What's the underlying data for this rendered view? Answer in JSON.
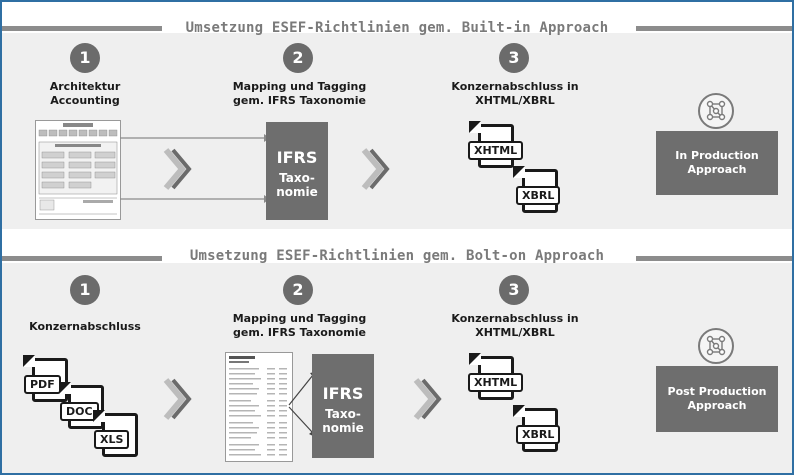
{
  "sections": [
    {
      "title": "Umsetzung ESEF-Richtlinien gem. Built-in Approach",
      "steps": [
        {
          "number": "1",
          "label": "Architektur\nAccounting"
        },
        {
          "number": "2",
          "label": "Mapping und Tagging\ngem. IFRS Taxonomie"
        },
        {
          "number": "3",
          "label": "Konzernabschluss in\nXHTML/XBRL"
        }
      ],
      "ifrs_box": {
        "title": "IFRS",
        "subtitle": "Taxo-\nnomie"
      },
      "files": [
        "XHTML",
        "XBRL"
      ],
      "approach": "In Production\nApproach"
    },
    {
      "title": "Umsetzung ESEF-Richtlinien gem. Bolt-on Approach",
      "steps": [
        {
          "number": "1",
          "label": "Konzernabschluss"
        },
        {
          "number": "2",
          "label": "Mapping und Tagging\ngem. IFRS Taxonomie"
        },
        {
          "number": "3",
          "label": "Konzernabschluss in\nXHTML/XBRL"
        }
      ],
      "ifrs_box": {
        "title": "IFRS",
        "subtitle": "Taxo-\nnomie"
      },
      "input_files": [
        "PDF",
        "DOC",
        "XLS"
      ],
      "files": [
        "XHTML",
        "XBRL"
      ],
      "approach": "Post Production\nApproach"
    }
  ],
  "colors": {
    "frame": "#2f6fa3",
    "box": "#6e6e6e",
    "chevron_dark": "#6b6b6b",
    "chevron_light": "#bdbdbd"
  },
  "icons": [
    "network-icon",
    "chevron-right-icon",
    "document-icon"
  ]
}
